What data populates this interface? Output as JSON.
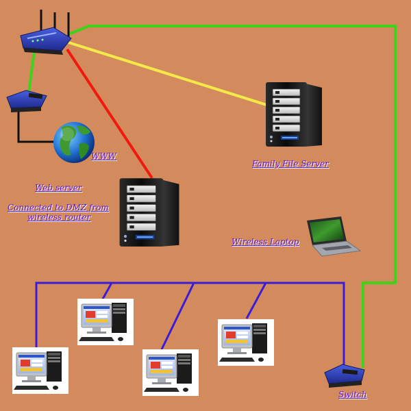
{
  "colors": {
    "background": "#d38b5d",
    "lan_cable": "#3a1cd6",
    "green_cable": "#3fd21a",
    "yellow_cable": "#f3ea4a",
    "red_cable": "#f0190f",
    "black_cable": "#111111",
    "label_text": "#5a16d8"
  },
  "labels": {
    "www": "WWW",
    "web_server": "Web server",
    "dmz_line1": "Connected to DMZ from",
    "dmz_line2": "wireless router",
    "family_file_server": "Family File Server",
    "wireless_laptop": "Wireless Laptop",
    "switch": "Switch"
  },
  "icons": {
    "router": "wireless-router-icon",
    "modem": "modem-icon",
    "globe": "globe-icon",
    "file_server": "nas-server-icon",
    "web_server": "nas-server-icon",
    "laptop": "laptop-icon",
    "switch": "network-switch-icon",
    "desktop": "desktop-computer-icon"
  }
}
